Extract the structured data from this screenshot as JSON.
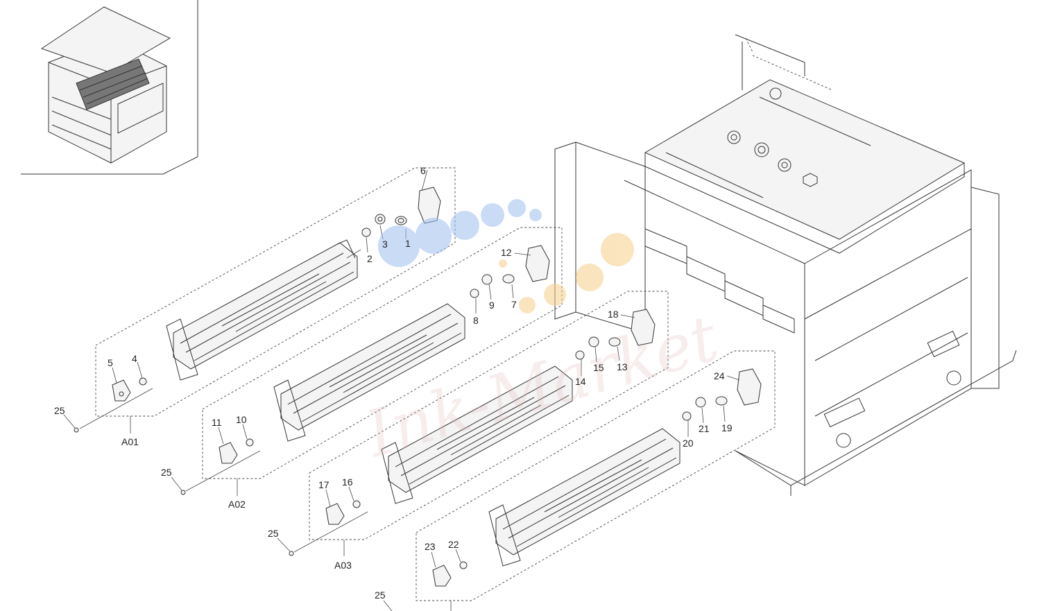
{
  "watermark": {
    "text": "Ink-Market",
    "dot_colors": [
      "#9fbfee",
      "#f5cf8a"
    ]
  },
  "inset": {
    "name": "printer-overview-inset"
  },
  "callouts": [
    {
      "id": "1",
      "text": "1"
    },
    {
      "id": "2",
      "text": "2"
    },
    {
      "id": "3",
      "text": "3"
    },
    {
      "id": "4",
      "text": "4"
    },
    {
      "id": "5",
      "text": "5"
    },
    {
      "id": "6",
      "text": "6"
    },
    {
      "id": "7",
      "text": "7"
    },
    {
      "id": "8",
      "text": "8"
    },
    {
      "id": "9",
      "text": "9"
    },
    {
      "id": "10",
      "text": "10"
    },
    {
      "id": "11",
      "text": "11"
    },
    {
      "id": "12",
      "text": "12"
    },
    {
      "id": "13",
      "text": "13"
    },
    {
      "id": "14",
      "text": "14"
    },
    {
      "id": "15",
      "text": "15"
    },
    {
      "id": "16",
      "text": "16"
    },
    {
      "id": "17",
      "text": "17"
    },
    {
      "id": "18",
      "text": "18"
    },
    {
      "id": "19",
      "text": "19"
    },
    {
      "id": "20",
      "text": "20"
    },
    {
      "id": "21",
      "text": "21"
    },
    {
      "id": "22",
      "text": "22"
    },
    {
      "id": "23",
      "text": "23"
    },
    {
      "id": "24",
      "text": "24"
    },
    {
      "id": "25a",
      "text": "25"
    },
    {
      "id": "25b",
      "text": "25"
    },
    {
      "id": "25c",
      "text": "25"
    },
    {
      "id": "25d",
      "text": "25"
    }
  ],
  "assemblies": [
    {
      "id": "A01",
      "text": "A01"
    },
    {
      "id": "A02",
      "text": "A02"
    },
    {
      "id": "A03",
      "text": "A03"
    }
  ]
}
